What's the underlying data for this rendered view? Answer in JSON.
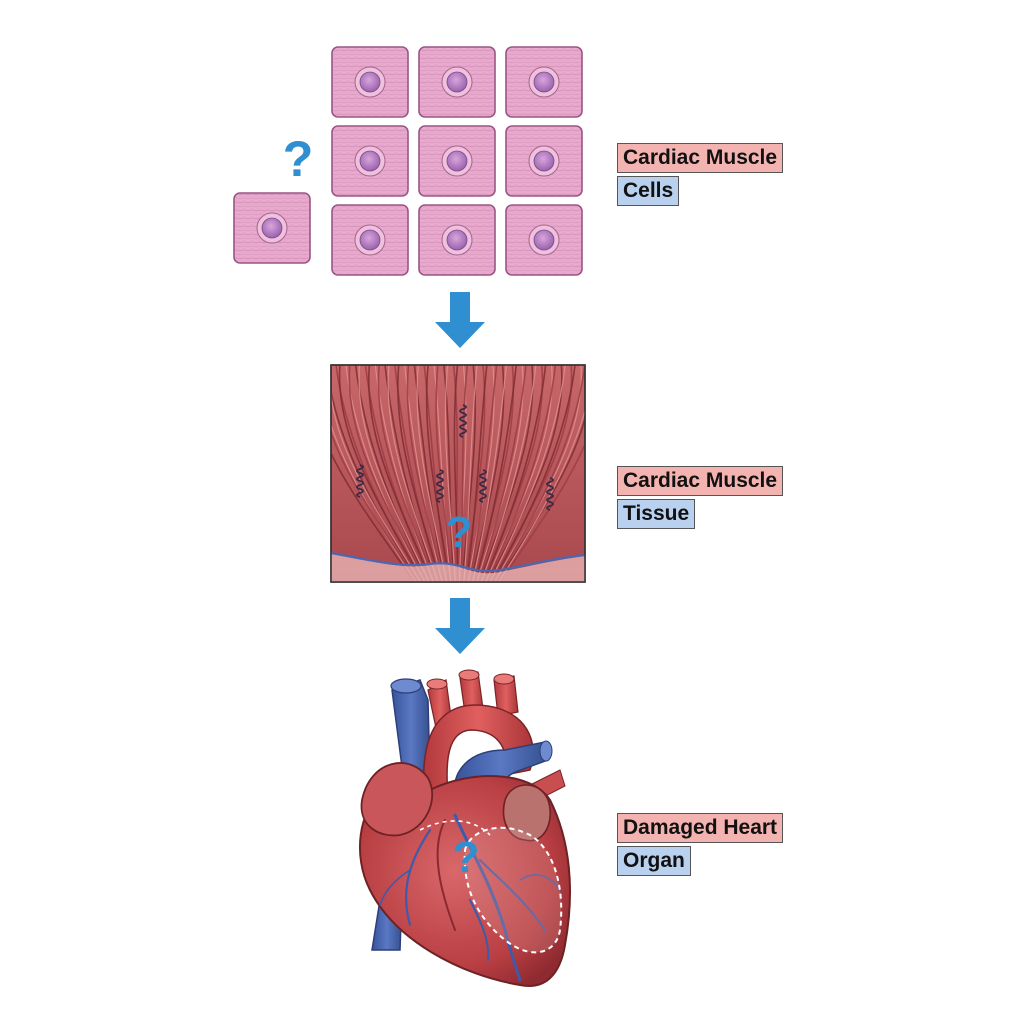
{
  "stages": [
    {
      "title": "Cardiac Muscle",
      "level": "Cells"
    },
    {
      "title": "Cardiac Muscle",
      "level": "Tissue"
    },
    {
      "title": "Damaged Heart",
      "level": "Organ"
    }
  ],
  "question_mark": "?",
  "colors": {
    "cell_fill": "#e7a9cc",
    "cell_border": "#9a5585",
    "nucleus": "#b77fc2",
    "arrow": "#2f8fd1",
    "tissue": "#b9585c",
    "label_pink": "#f3b3b1",
    "label_blue": "#b9d1ee",
    "heart_red": "#c2474a",
    "vessel_blue": "#4a67b3"
  },
  "icons": [
    "question-mark-icon",
    "down-arrow-icon"
  ]
}
